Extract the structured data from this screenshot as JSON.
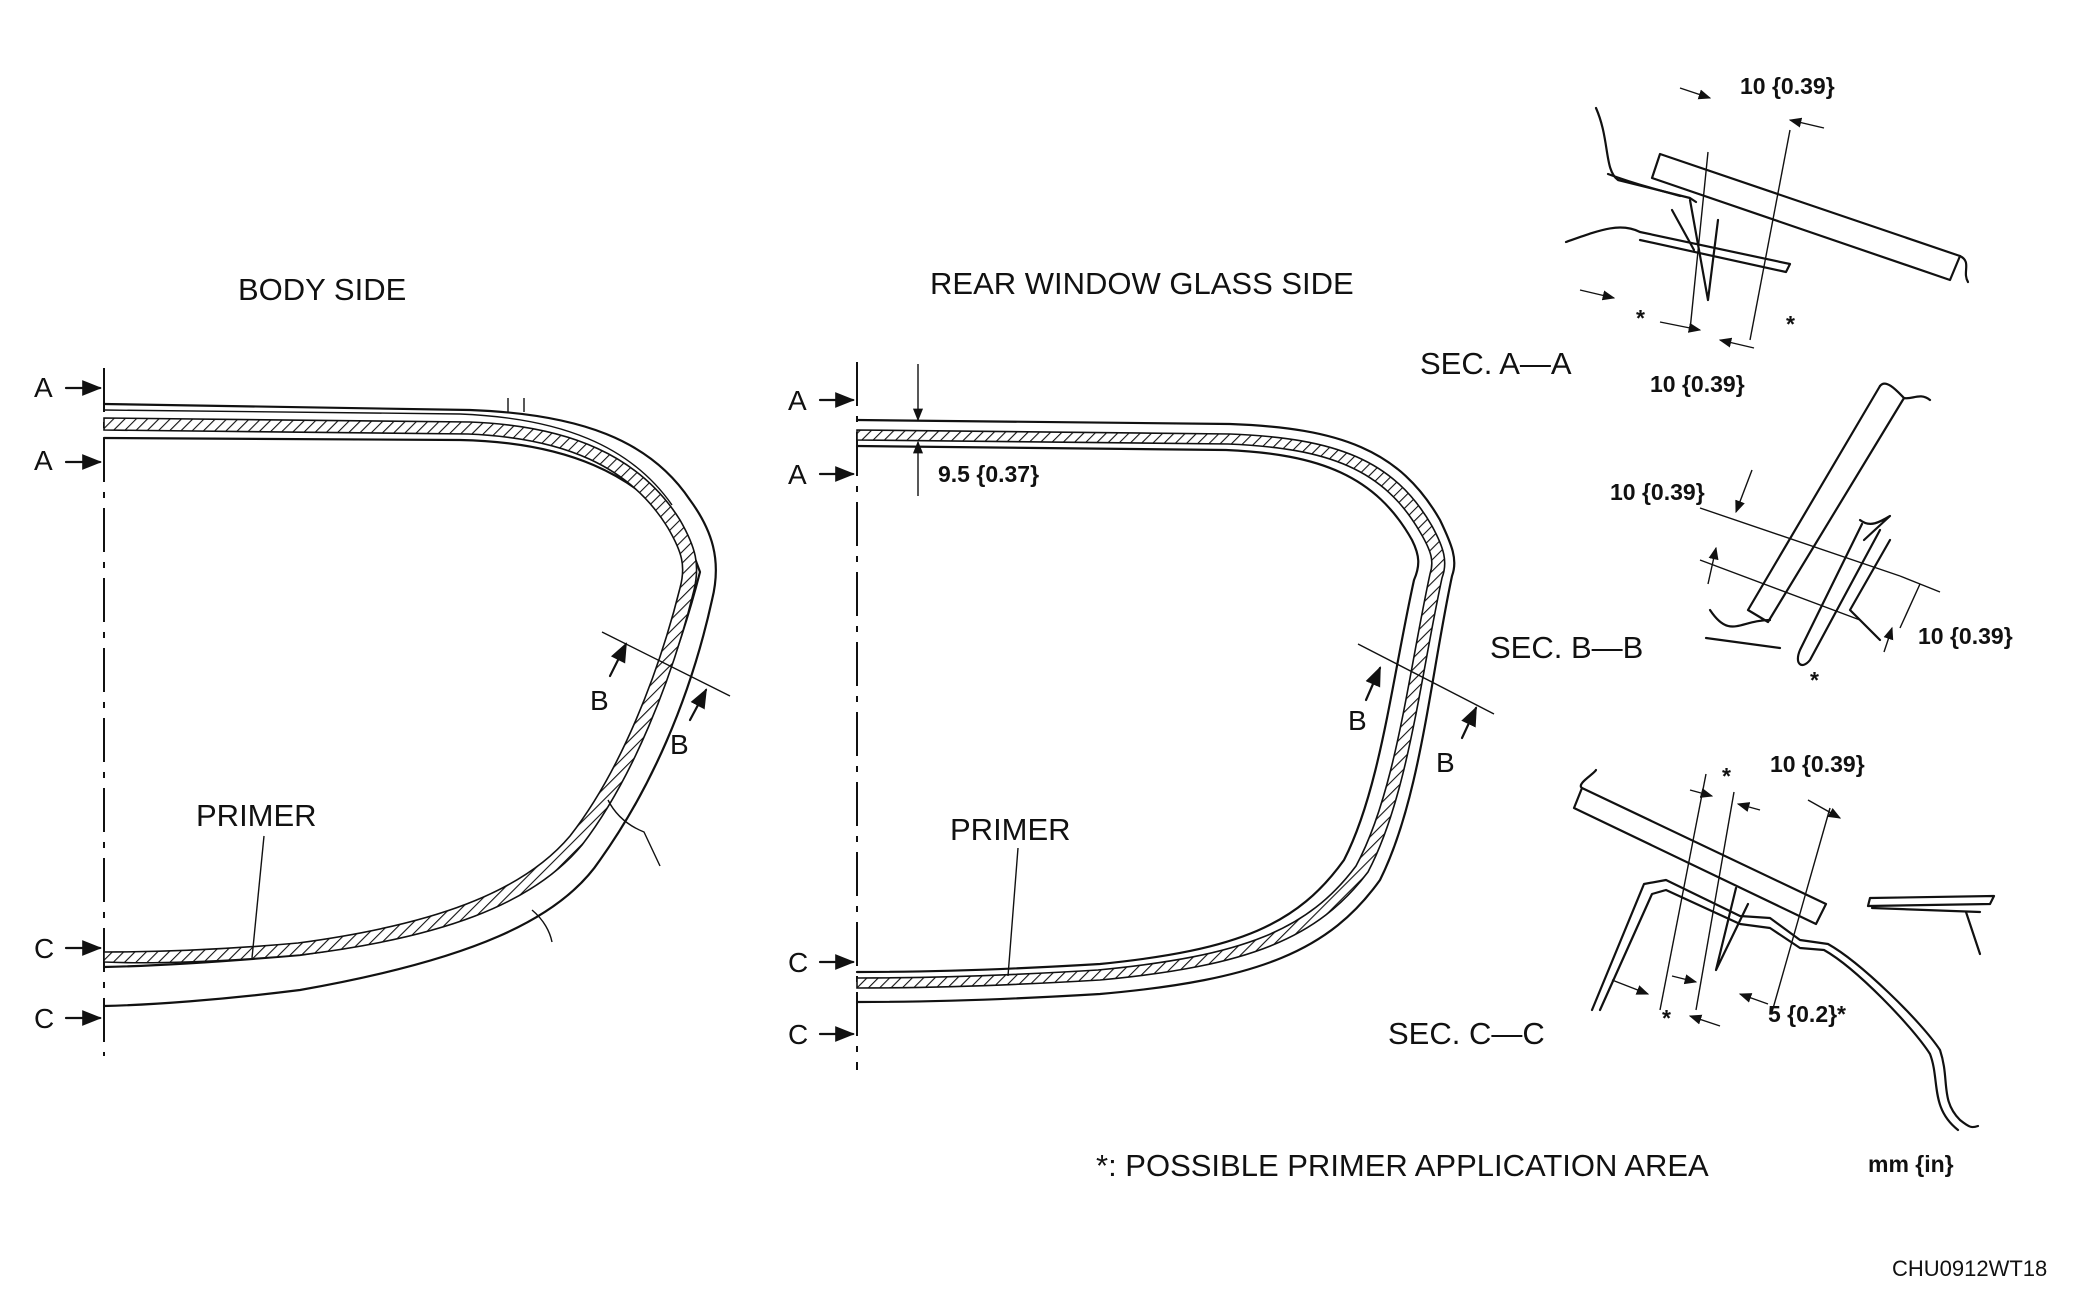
{
  "titles": {
    "body_side": "BODY SIDE",
    "glass_side": "REAR WINDOW GLASS SIDE"
  },
  "labels": {
    "primer": "PRIMER",
    "A": "A",
    "B": "B",
    "C": "C"
  },
  "sections": {
    "aa": "SEC. A—A",
    "bb": "SEC. B—B",
    "cc": "SEC. C—C"
  },
  "dimensions": {
    "glass_width": "9.5 {0.37}",
    "ten": "10 {0.39}",
    "five": "5 {0.2}*",
    "star": "*"
  },
  "footnote": "*: POSSIBLE PRIMER APPLICATION AREA",
  "units": "mm {in}",
  "code": "CHU0912WT18"
}
